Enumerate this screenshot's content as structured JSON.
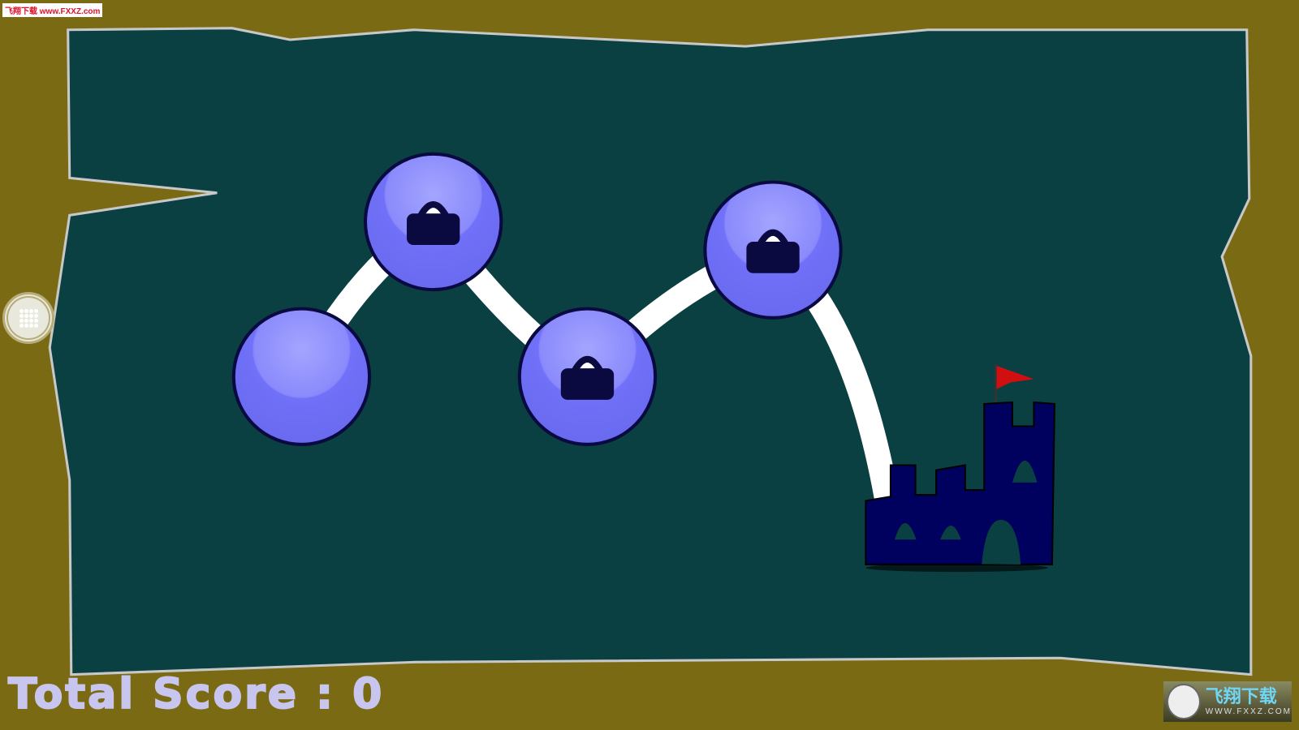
{
  "watermark": "飞翔下载 www.FXXZ.com",
  "score": {
    "label": "Total Score : 0",
    "value": 0
  },
  "levels": [
    {
      "id": 1,
      "locked": false
    },
    {
      "id": 2,
      "locked": true
    },
    {
      "id": 3,
      "locked": true
    },
    {
      "id": 4,
      "locked": true
    }
  ],
  "logo": {
    "cn": "飞翔下载",
    "url": "WWW.FXXZ.COM"
  },
  "colors": {
    "frame": "#7a6a14",
    "board": "#0a4042",
    "node": "#7070f8",
    "castle": "#00005e",
    "flag": "#d01010"
  }
}
